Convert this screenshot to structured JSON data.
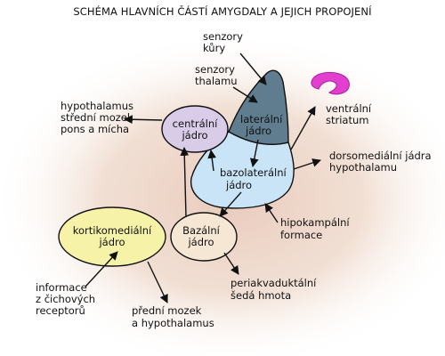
{
  "title": "SCHÉMA HLAVNÍCH ČÁSTÍ AMYGDALY A JEJICH PROPOJENÍ",
  "nodes": {
    "lateral": [
      "laterální",
      "jádro"
    ],
    "basolateral": [
      "bazolaterální",
      "jádro"
    ],
    "central": [
      "centrální",
      "jádro"
    ],
    "basal": [
      "Bazální",
      "jádro"
    ],
    "corticomedial": [
      "kortikomediální",
      "jádro"
    ]
  },
  "labels": {
    "senzory_kury": [
      "senzory",
      "kůry"
    ],
    "senzory_thalamu": [
      "senzory",
      "thalamu"
    ],
    "hypothalamus": [
      "hypothalamus",
      "střední mozek",
      "pons a mícha"
    ],
    "ventralni_striatum": [
      "ventrální",
      "striatum"
    ],
    "dorsomedialni": [
      "dorsomediální jádra",
      "hypothalamu"
    ],
    "hipokampalni": [
      "hipokampální",
      "formace"
    ],
    "periakvaduktalni": [
      "periakvaduktální",
      "šedá hmota"
    ],
    "informace": [
      "informace",
      "z čichových",
      "receptorů"
    ],
    "predni_mozek": [
      "přední mozek",
      "a hypothalamus"
    ]
  },
  "colors": {
    "lateral_fill": "#5f7d8f",
    "basolateral_fill": "#c9e3f7",
    "central_fill": "#d9cce8",
    "basal_fill": "#f6e7d4",
    "corticomedial_fill": "#f6f3a8",
    "striatum_fill": "#e23fcf",
    "glow": "#e6c4b6"
  }
}
